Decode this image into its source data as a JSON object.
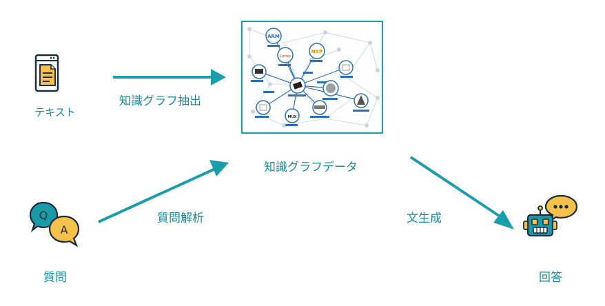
{
  "colors": {
    "accent": "#1a8d99",
    "arrow": "#1a9eab"
  },
  "nodes": {
    "text_doc": {
      "label": "テキスト",
      "icon": "document-icon"
    },
    "qa": {
      "label": "質問",
      "icon": "qa-bubbles-icon"
    },
    "knowledge_graph": {
      "label": "知識グラフデータ",
      "icon": "knowledge-graph-image"
    },
    "answer": {
      "label": "回答",
      "icon": "robot-icon"
    }
  },
  "edges": {
    "extract": {
      "label": "知識グラフ抽出"
    },
    "parse": {
      "label": "質問解析"
    },
    "generate": {
      "label": "文生成"
    }
  },
  "graph_badges": {
    "arm": "ARM",
    "cortex": "Cortex",
    "nxp": "NXP",
    "mux": "MUX"
  },
  "qa_letters": {
    "q": "Q",
    "a": "A"
  }
}
